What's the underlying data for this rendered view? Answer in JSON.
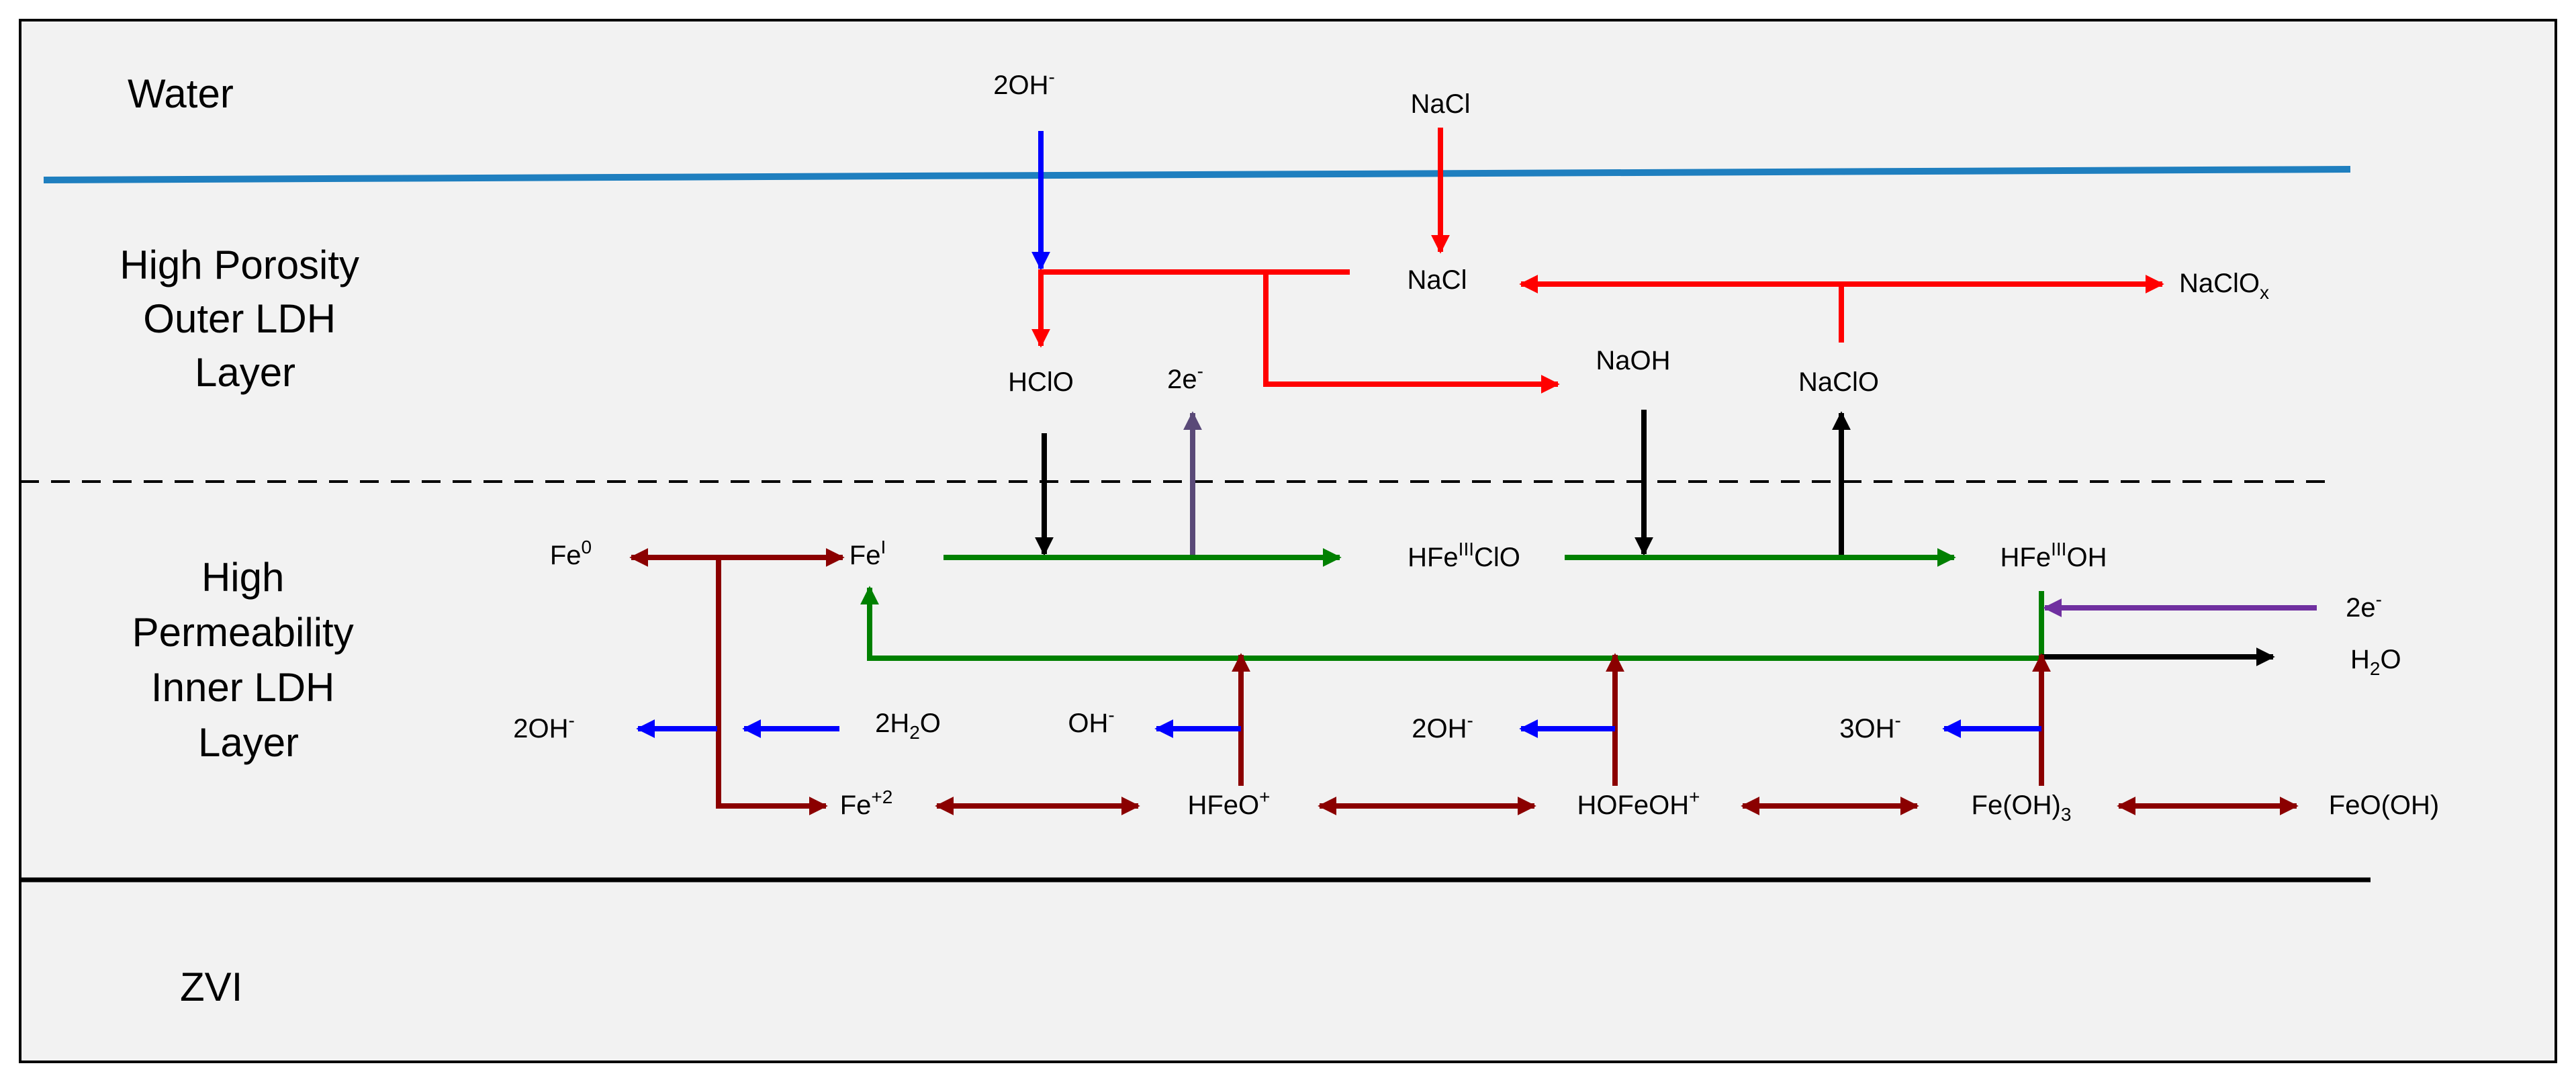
{
  "colors": {
    "background": "#f2f2f2",
    "border": "#000000",
    "water_line": "#1f7fbf",
    "blue": "#0000ff",
    "red": "#ff0000",
    "dark_red": "#8b0000",
    "green": "#008000",
    "purple": "#7030a0",
    "slate": "#5a4a78",
    "black": "#000000"
  },
  "layers": {
    "water": "Water",
    "outer": [
      "High Porosity",
      "Outer LDH",
      "Layer"
    ],
    "inner": [
      "High",
      "Permeability",
      "Inner LDH",
      "Layer"
    ],
    "zvi": "ZVI"
  },
  "species": {
    "hydroxide_in": {
      "main": "2OH",
      "sup": "-"
    },
    "nacl_water": "NaCl",
    "nacl_outer": "NaCl",
    "naclo_x": {
      "main": "NaClO",
      "sub": "x"
    },
    "hclo": "HClO",
    "electrons_out": {
      "main": "2e",
      "sup": "-"
    },
    "naoh": "NaOH",
    "naclo": "NaClO",
    "fe0": {
      "main": "Fe",
      "sup": "0"
    },
    "fe_i": {
      "main": "Fe",
      "sup": "I"
    },
    "hfe_clo": {
      "pre": "HFe",
      "sup": "III",
      "post": "ClO"
    },
    "hfe_oh": {
      "pre": "HFe",
      "sup": "III",
      "post": "OH"
    },
    "electrons_in": {
      "main": "2e",
      "sup": "-"
    },
    "water_out": {
      "main": "H",
      "sub": "2",
      "post": "O"
    },
    "oh_left": {
      "main": "2OH",
      "sup": "-"
    },
    "h2o_in": {
      "main": "2H",
      "sub": "2",
      "post": "O"
    },
    "oh_1": {
      "main": "OH",
      "sup": "-"
    },
    "oh_2": {
      "main": "2OH",
      "sup": "-"
    },
    "oh_3": {
      "main": "3OH",
      "sup": "-"
    },
    "fe2": {
      "main": "Fe",
      "sup": "+2"
    },
    "hfeo": {
      "main": "HFeO",
      "sup": "+"
    },
    "hofeoh": {
      "main": "HOFeOH",
      "sup": "+"
    },
    "feoh3": {
      "main": "Fe(OH)",
      "sub": "3"
    },
    "feooh": "FeO(OH)"
  }
}
